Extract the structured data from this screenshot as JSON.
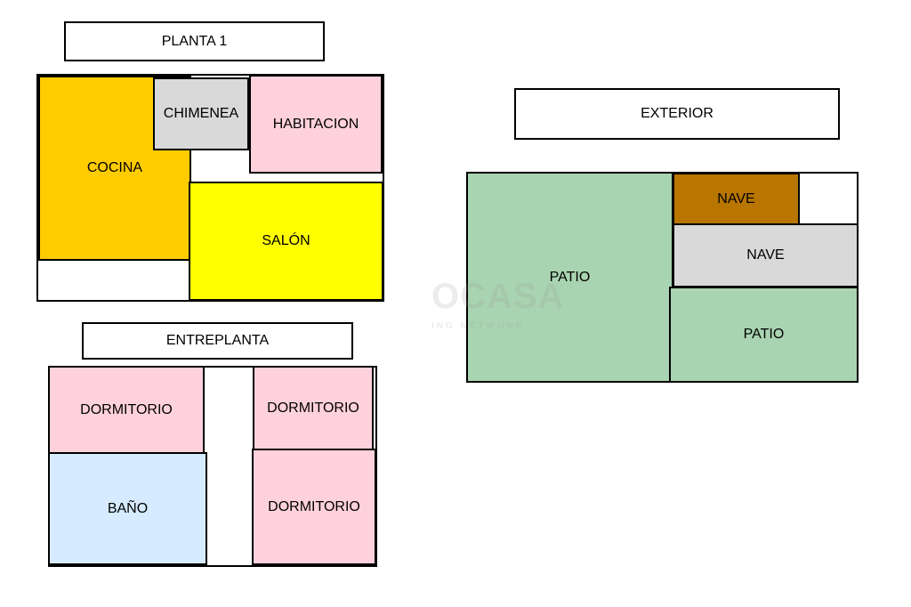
{
  "sections": {
    "planta1": "PLANTA 1",
    "entreplanta": "ENTREPLANTA",
    "exterior": "EXTERIOR"
  },
  "rooms": {
    "cocina": "COCINA",
    "chimenea": "CHIMENEA",
    "habitacion": "HABITACION",
    "salon": "SALÓN",
    "dormitorio_1": "DORMITORIO",
    "dormitorio_2": "DORMITORIO",
    "dormitorio_3": "DORMITORIO",
    "bano": "BAÑO",
    "patio_1": "PATIO",
    "nave_1": "NAVE",
    "nave_2": "NAVE",
    "patio_2": "PATIO"
  },
  "watermark": {
    "text": "OCASA",
    "subtext": "ING NETWORK"
  },
  "colors": {
    "cocina": "#FFCC00",
    "chimenea": "#D9D9D9",
    "habitacion": "#FFD1DC",
    "salon": "#FFFF00",
    "dormitorio": "#FFD1DC",
    "bano": "#D6EBFF",
    "patio": "#A9D4B1",
    "nave_brown": "#B87600",
    "nave_grey": "#D9D9D9"
  }
}
